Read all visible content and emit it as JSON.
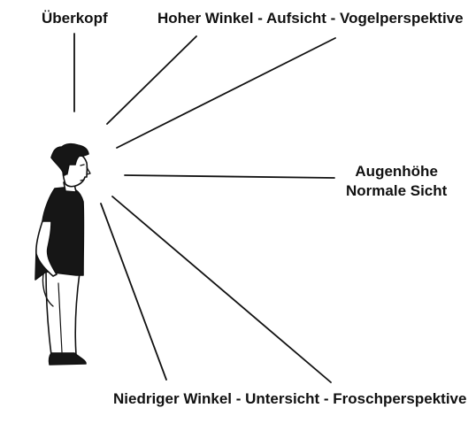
{
  "labels": {
    "overhead": "Überkopf",
    "high_angle": "Hoher Winkel - Aufsicht - Vogelperspektive",
    "eye_level_line1": "Augenhöhe",
    "eye_level_line2": "Normale Sicht",
    "low_angle": "Niedriger Winkel - Untersicht - Froschperspektive"
  },
  "colors": {
    "ink": "#111111",
    "background": "#ffffff",
    "shirt": "#161616"
  },
  "figure": {
    "description_icon": "standing-person-side-view-icon"
  }
}
